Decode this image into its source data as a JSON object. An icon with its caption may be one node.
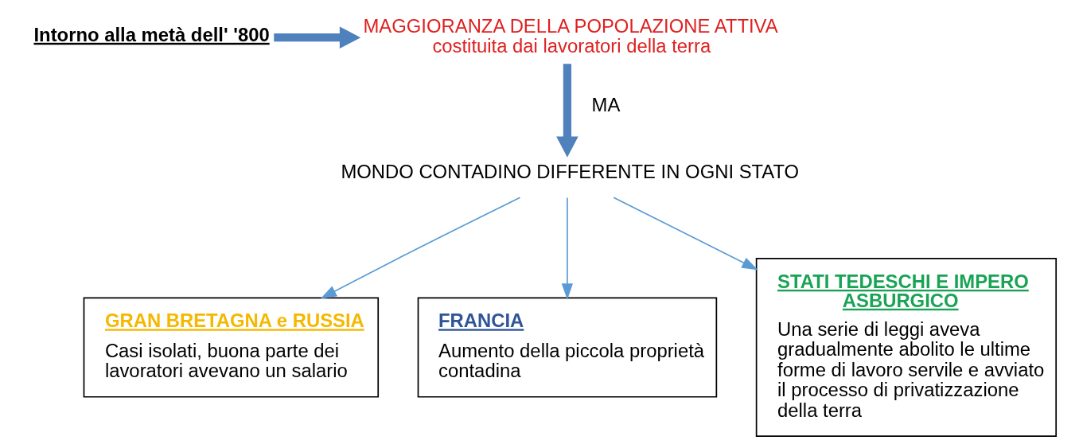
{
  "diagram": {
    "nodes": [
      {
        "text": [
          "Intorno alla metà dell' '800"
        ]
      },
      {
        "text": [
          "MAGGIORANZA DELLA POPOLAZIONE ATTIVA costituita dai lavoratori della terra"
        ]
      },
      {
        "text": [
          "MONDO CONTADINO DIFFERENTE IN OGNI STATO"
        ]
      },
      {
        "text": [
          "GRAN BRETAGNA e RUSSIA",
          "Casi isolati, buona parte dei lavoratori avevano un salario"
        ]
      },
      {
        "text": [
          "FRANCIA",
          "Aumento della piccola proprietà contadina"
        ]
      },
      {
        "text": [
          "STATI TEDESCHI E IMPERO ASBURGICO",
          "Una serie di leggi aveva gradualmente abolito le ultime forme di lavoro servile e avviato il processo di privatizzazione della terra"
        ]
      }
    ],
    "edges": [
      {
        "from": 0,
        "to": 1,
        "arrow": "to",
        "style": "thick"
      },
      {
        "from": 1,
        "to": 2,
        "arrow": "to",
        "style": "thick",
        "label": "MA"
      },
      {
        "from": 2,
        "to": 3,
        "arrow": "to"
      },
      {
        "from": 2,
        "to": 4,
        "arrow": "to"
      },
      {
        "from": 2,
        "to": 5,
        "arrow": "to"
      }
    ]
  }
}
